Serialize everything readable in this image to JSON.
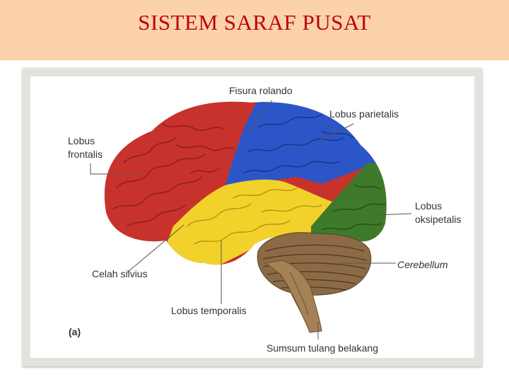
{
  "title": "SISTEM  SARAF  PUSAT",
  "figure_tag": "(a)",
  "labels": {
    "fisura_rolando": "Fisura  rolando",
    "lobus_parietalis": "Lobus  parietalis",
    "lobus_frontalis_1": "Lobus",
    "lobus_frontalis_2": "frontalis",
    "lobus_oksipetalis_1": "Lobus",
    "lobus_oksipetalis_2": "oksipetalis",
    "cerebellum": "Cerebellum",
    "celah_silvius": "Celah  silvius",
    "lobus_temporalis": "Lobus  temporalis",
    "sumsum_tulang_belakang": "Sumsum  tulang  belakang"
  },
  "colors": {
    "frontal": "#c8322c",
    "parietal": "#2c56c8",
    "temporal": "#f2d22a",
    "occipital": "#3e7a2a",
    "cerebellum": "#8b6a45",
    "brainstem": "#a58256"
  }
}
